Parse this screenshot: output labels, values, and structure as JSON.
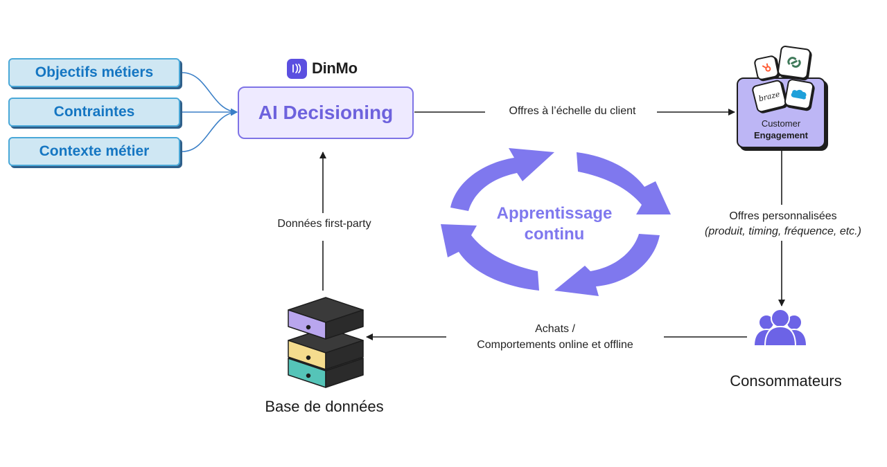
{
  "inputs": [
    {
      "label": "Objectifs métiers"
    },
    {
      "label": "Contraintes"
    },
    {
      "label": "Contexte métier"
    }
  ],
  "brand": {
    "name": "DinMo"
  },
  "ai_decisioning": {
    "label": "AI Decisioning"
  },
  "edges": {
    "offers_scale": "Offres à l’échelle du client",
    "first_party": "Données first-party",
    "personalized_line1": "Offres personnalisées",
    "personalized_line2": "(produit, timing, fréquence, etc.)",
    "purchases_line1": "Achats /",
    "purchases_line2": "Comportements online et offline"
  },
  "loop": {
    "line1": "Apprentissage",
    "line2": "continu"
  },
  "customer_engagement": {
    "line1": "Customer",
    "line2": "Engagement",
    "tile_braze": "braze"
  },
  "consumers": {
    "label": "Consommateurs"
  },
  "database": {
    "label": "Base de données"
  },
  "colors": {
    "input_fill": "#cfe7f3",
    "input_text": "#1576c2",
    "ai_fill": "#eeeaff",
    "ai_text": "#6d62dd",
    "loop_arrows": "#7f78ee",
    "card_fill": "#bdb6f5",
    "consumers_icon": "#6c63e6",
    "db_purple": "#b9a6ee",
    "db_yellow": "#f5dc8e",
    "db_teal": "#55c4b8"
  },
  "icons": [
    "dinmo-logo-icon",
    "hubspot-icon",
    "segment-icon",
    "salesforce-icon",
    "people-icon",
    "server-stack-icon",
    "circular-arrows-icon"
  ]
}
